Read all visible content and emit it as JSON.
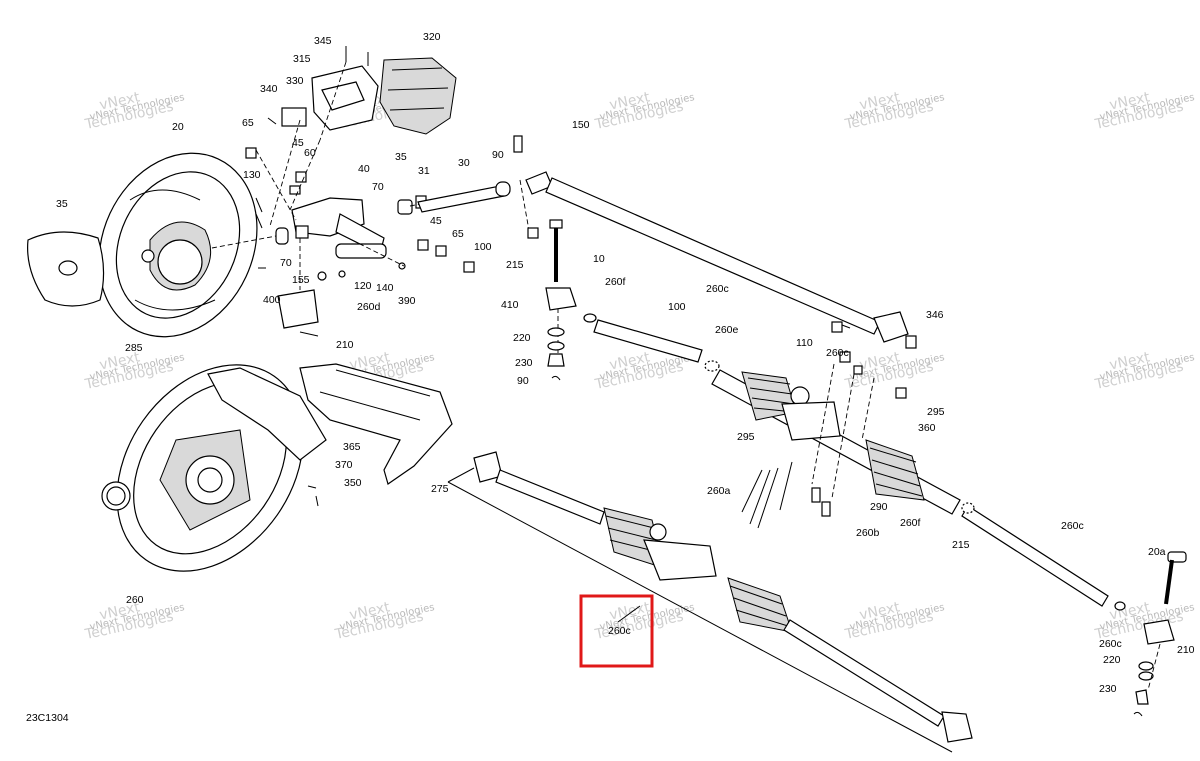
{
  "diagram": {
    "code": "23C1304",
    "highlighted_label": "260",
    "watermark": {
      "line1": "vNext",
      "line2": "Technologies"
    },
    "labels": [
      "345",
      "320",
      "315",
      "330",
      "340",
      "65",
      "45",
      "60",
      "20",
      "130",
      "40",
      "70",
      "35",
      "31",
      "30",
      "90",
      "150",
      "35",
      "70",
      "45",
      "65",
      "100",
      "215",
      "10",
      "260c",
      "260f",
      "100",
      "346",
      "155",
      "400",
      "120",
      "140",
      "390",
      "260d",
      "410",
      "210",
      "220",
      "230",
      "90",
      "260c",
      "260e",
      "110",
      "285",
      "295",
      "360",
      "365",
      "370",
      "350",
      "275",
      "260a",
      "295",
      "290",
      "260b",
      "260f",
      "260c",
      "215",
      "20a",
      "260",
      "260c",
      "260c",
      "210",
      "220",
      "230"
    ]
  }
}
